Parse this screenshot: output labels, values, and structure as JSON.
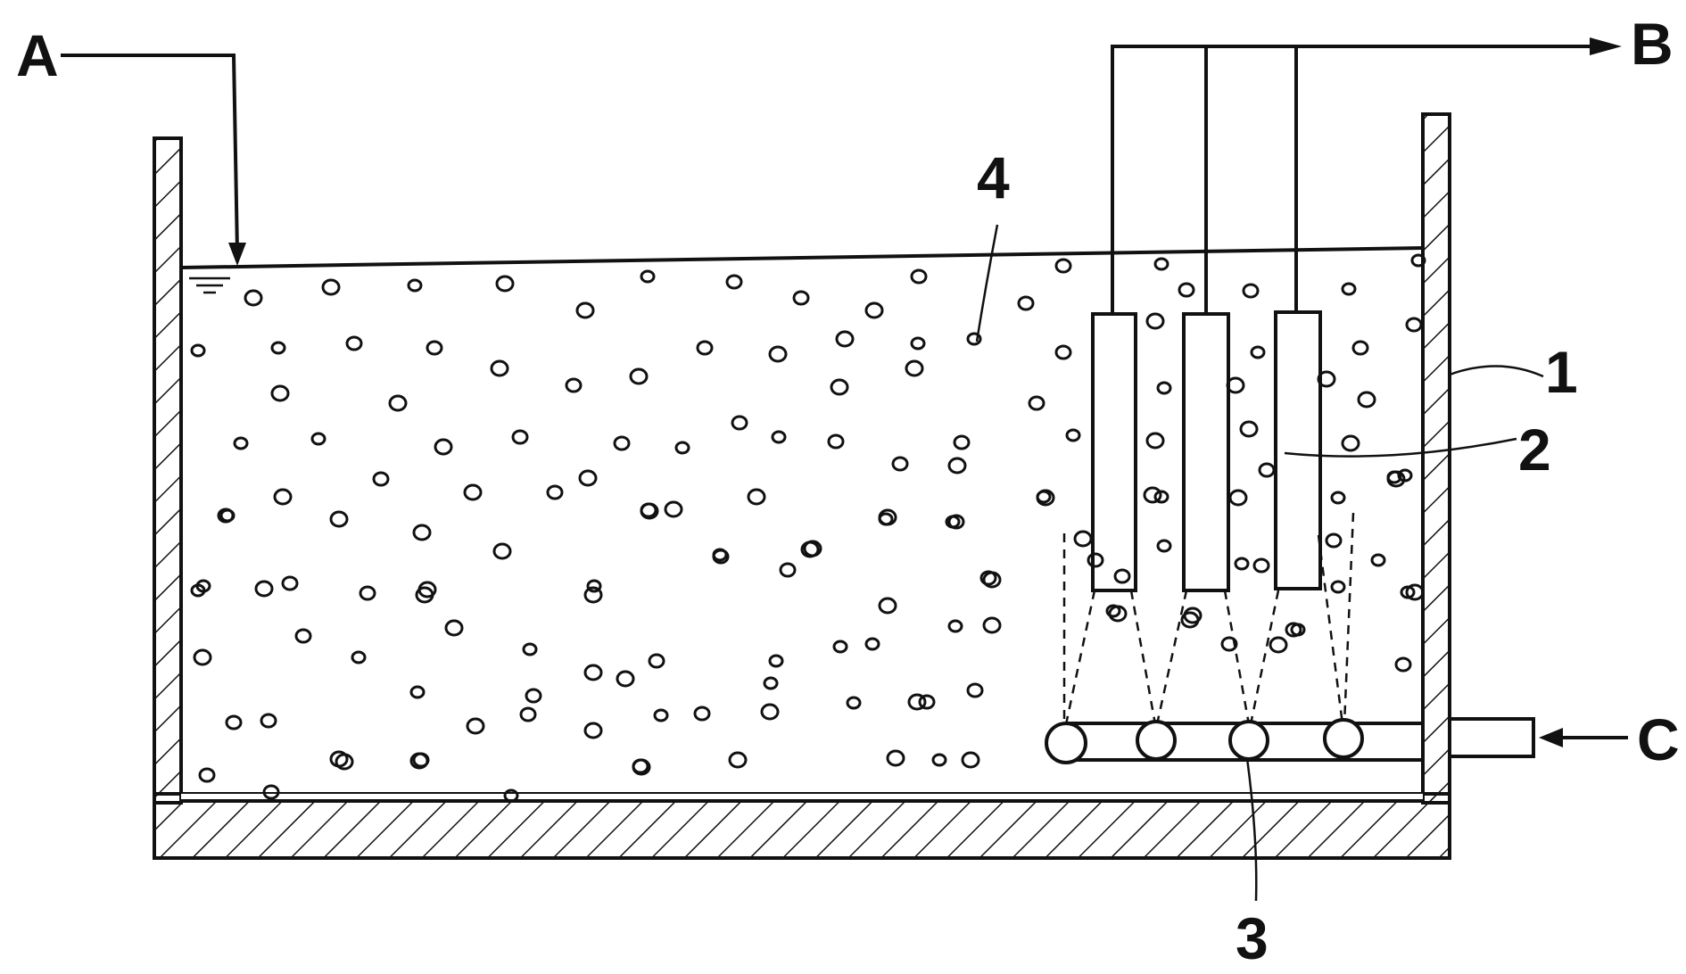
{
  "labels": {
    "inlet": "A",
    "outlet": "B",
    "air_inlet": "C",
    "tank": "1",
    "membrane": "2",
    "diffuser": "3",
    "particle": "4"
  },
  "colors": {
    "ink": "#111111",
    "background": "#ffffff"
  }
}
